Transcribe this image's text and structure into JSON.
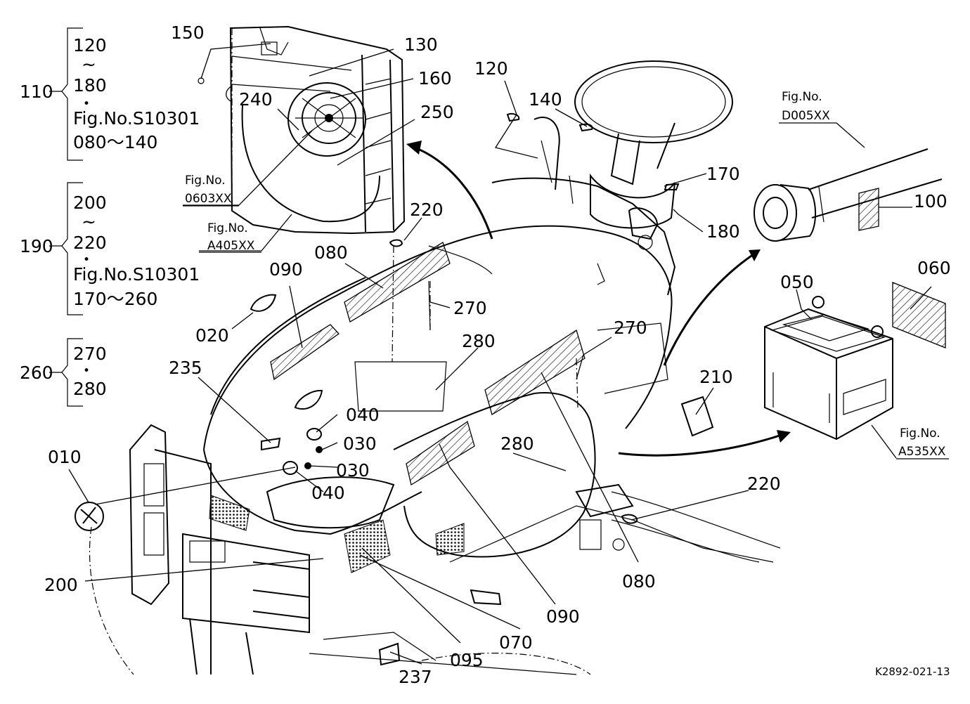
{
  "drawing_code": "K2892-021-13",
  "fig_refs": {
    "fig_no": "Fig.No.",
    "fan": "0603XX",
    "radiator": "A405XX",
    "engine": "D005XX",
    "battery": "A535XX"
  },
  "groups": [
    {
      "ref": "110",
      "from": "120",
      "to": "180",
      "fig": "Fig.No.S10301",
      "range": "080～140"
    },
    {
      "ref": "190",
      "from": "200",
      "to": "220",
      "fig": "Fig.No.S10301",
      "range": "170～260"
    },
    {
      "ref": "260",
      "from": "270",
      "to": "280"
    }
  ],
  "symbols": {
    "tilde": "~",
    "dot": "•"
  },
  "parts": {
    "p010": "010",
    "p020": "020",
    "p030a": "030",
    "p030b": "030",
    "p040a": "040",
    "p040b": "040",
    "p050": "050",
    "p060": "060",
    "p070": "070",
    "p080a": "080",
    "p080b": "080",
    "p090a": "090",
    "p090b": "090",
    "p095": "095",
    "p100": "100",
    "p120": "120",
    "p130": "130",
    "p140": "140",
    "p150": "150",
    "p160": "160",
    "p170": "170",
    "p180": "180",
    "p200": "200",
    "p210": "210",
    "p220a": "220",
    "p220b": "220",
    "p235": "235",
    "p237": "237",
    "p240": "240",
    "p250": "250",
    "p270a": "270",
    "p270b": "270",
    "p280a": "280",
    "p280b": "280"
  }
}
